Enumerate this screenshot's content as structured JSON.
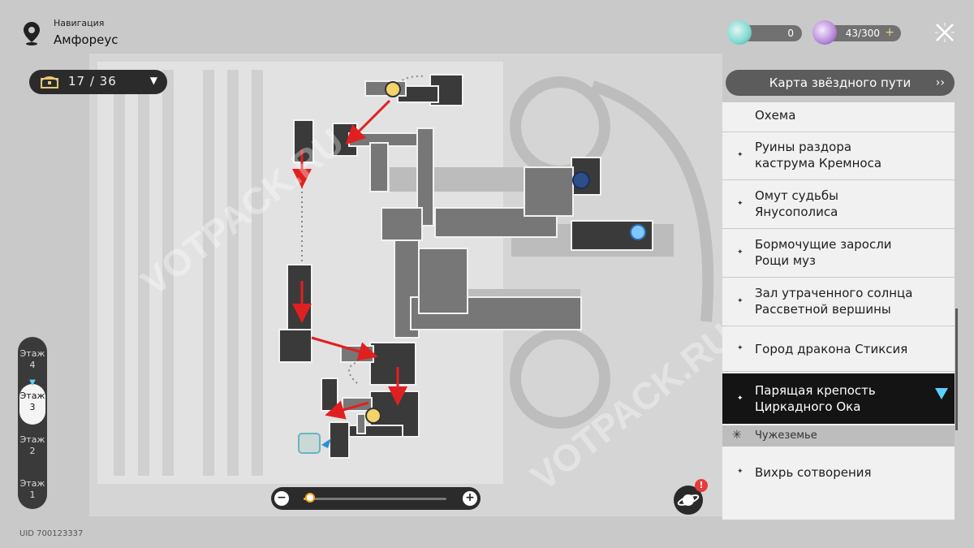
{
  "location": {
    "label": "Навигация",
    "name": "Амфореус",
    "icon": "map-pin-icon"
  },
  "chest_counter": {
    "value": "17 / 36",
    "icon": "treasure-chest-icon",
    "dropdown_icon": "triangle-down-icon"
  },
  "currencies": [
    {
      "name": "trailblaze-currency",
      "value": "0",
      "icon": "blue-orb-icon",
      "color": "#7fd9d0"
    },
    {
      "name": "stellar-currency",
      "value": "43/300",
      "plus": "+",
      "icon": "purple-orb-icon",
      "color": "#b68ad8"
    }
  ],
  "close_icon": "close-icon",
  "panel": {
    "header": "Карта звёздного пути",
    "header_icon": "double-chevron-right-icon",
    "items": [
      {
        "lines": [
          "Охема"
        ]
      },
      {
        "lines": [
          "Руины раздора",
          "каструма Кремноса"
        ]
      },
      {
        "lines": [
          "Омут судьбы",
          "Янусополиса"
        ]
      },
      {
        "lines": [
          "Бормочущие заросли",
          "Рощи муз"
        ]
      },
      {
        "lines": [
          "Зал утраченного солнца",
          "Рассветной вершины"
        ]
      },
      {
        "lines": [
          "Город дракона Стиксия"
        ]
      },
      {
        "lines": [
          "Парящая крепость",
          "Циркадного Ока"
        ],
        "selected": true
      }
    ],
    "group": "Чужеземье",
    "group_items": [
      {
        "lines": [
          "Вихрь сотворения"
        ]
      }
    ]
  },
  "floors": [
    {
      "label": "Этаж",
      "num": "4"
    },
    {
      "label": "Этаж",
      "num": "3",
      "current": true
    },
    {
      "label": "Этаж",
      "num": "2"
    },
    {
      "label": "Этаж",
      "num": "1"
    }
  ],
  "zoom": {
    "minus": "−",
    "plus": "+",
    "level": 0.02
  },
  "notification_badge": "!",
  "uid": "UID 700123337",
  "watermark": "VOTPACK.RU",
  "colors": {
    "accent": "#5ad0ff",
    "arrow": "#e02020",
    "panel_selected": "#141414"
  }
}
